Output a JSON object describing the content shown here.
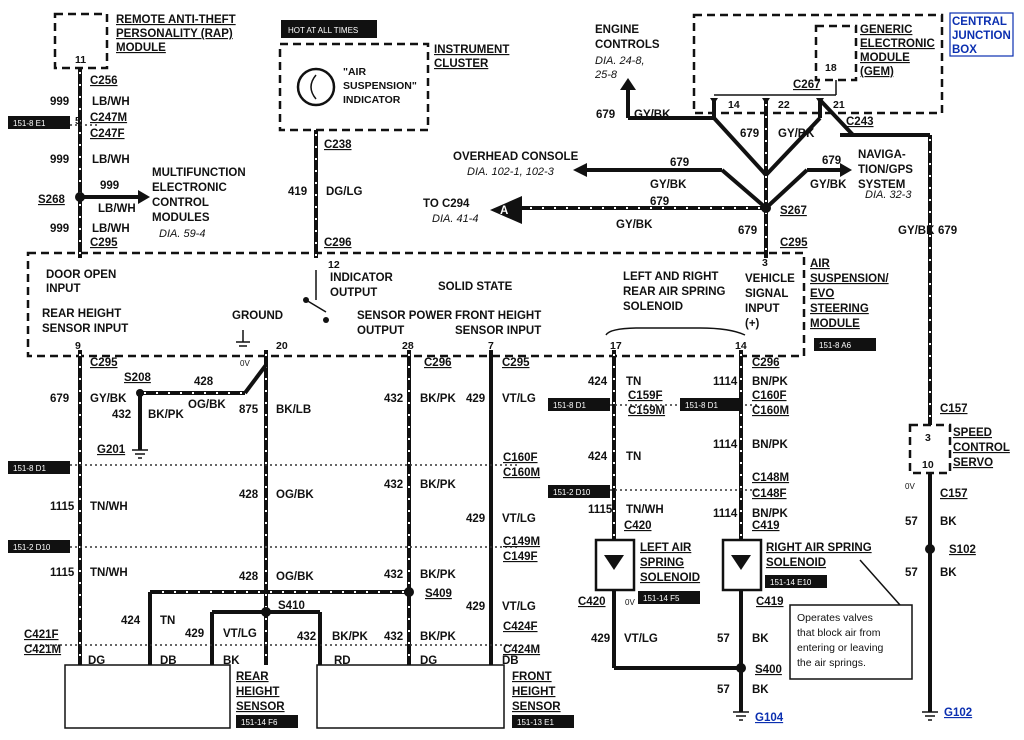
{
  "modules": {
    "rap": [
      "REMOTE ANTI-THEFT",
      "PERSONALITY (RAP)",
      "MODULE"
    ],
    "hot": "HOT AT ALL TIMES",
    "instrument_cluster": [
      "INSTRUMENT",
      "CLUSTER"
    ],
    "indicator": [
      "\"AIR",
      "SUSPENSION\"",
      "INDICATOR"
    ],
    "engine_controls": [
      "ENGINE",
      "CONTROLS"
    ],
    "engine_dia": [
      "DIA. 24-8,",
      "25-8"
    ],
    "gem": [
      "GENERIC",
      "ELECTRONIC",
      "MODULE",
      "(GEM)"
    ],
    "cjb": [
      "CENTRAL",
      "JUNCTION",
      "BOX"
    ],
    "multifunction": [
      "MULTIFUNCTION",
      "ELECTRONIC",
      "CONTROL",
      "MODULES"
    ],
    "multifunction_dia": "DIA. 59-4",
    "overhead": "OVERHEAD CONSOLE",
    "overhead_dia": "DIA. 102-1, 102-3",
    "nav": [
      "NAVIGA-",
      "TION/GPS",
      "SYSTEM"
    ],
    "nav_dia": "DIA. 32-3",
    "to_c294": "TO C294",
    "to_c294_dia": "DIA. 41-4",
    "connector_a": "A",
    "air_module": [
      "AIR",
      "SUSPENSION/",
      "EVO",
      "STEERING",
      "MODULE"
    ],
    "solid_state": "SOLID STATE",
    "door_open": [
      "DOOR OPEN",
      "INPUT"
    ],
    "indicator_output": [
      "INDICATOR",
      "OUTPUT"
    ],
    "rear_height_input": [
      "REAR HEIGHT",
      "SENSOR  INPUT"
    ],
    "ground": "GROUND",
    "sensor_power": [
      "SENSOR POWER",
      "OUTPUT"
    ],
    "front_height_input": [
      "FRONT HEIGHT",
      "SENSOR  INPUT"
    ],
    "left_right_solenoid": [
      "LEFT AND RIGHT",
      "REAR AIR SPRING",
      "SOLENOID"
    ],
    "vehicle_signal": [
      "VEHICLE",
      "SIGNAL",
      "INPUT",
      "(+)"
    ],
    "speed_servo": [
      "SPEED",
      "CONTROL",
      "SERVO"
    ],
    "left_solenoid": [
      "LEFT AIR",
      "SPRING",
      "SOLENOID"
    ],
    "right_solenoid": [
      "RIGHT AIR SPRING",
      "SOLENOID"
    ],
    "rear_sensor": [
      "REAR",
      "HEIGHT",
      "SENSOR"
    ],
    "front_sensor": [
      "FRONT",
      "HEIGHT",
      "SENSOR"
    ],
    "note": [
      "Operates valves",
      "that block air from",
      "entering or leaving",
      "the air springs."
    ]
  },
  "pins": [
    "11",
    "5",
    "12",
    "9",
    "20",
    "28",
    "7",
    "17",
    "14",
    "3",
    "18",
    "14",
    "22",
    "21",
    "3",
    "10"
  ],
  "connectors": [
    "C256",
    "C247M",
    "C247F",
    "C295",
    "S268",
    "C238",
    "C296",
    "C267",
    "C243",
    "S267",
    "C295",
    "C295",
    "C296",
    "C295",
    "C296",
    "S208",
    "G201",
    "C159F",
    "C159M",
    "C160F",
    "C160M",
    "C160F",
    "C160M",
    "C148M",
    "C148F",
    "C420",
    "C419",
    "C149M",
    "C149F",
    "S410",
    "S409",
    "C424F",
    "C424M",
    "C421F",
    "C421M",
    "C420",
    "C419",
    "S400",
    "G104",
    "C157",
    "C157",
    "S102",
    "G102"
  ],
  "wires": [
    "999",
    "LB/WH",
    "999",
    "LB/WH",
    "999",
    "LB/WH",
    "999",
    "LB/WH",
    "419",
    "DG/LG",
    "679",
    "GY/BK",
    "679",
    "GY/BK",
    "679",
    "GY/BK",
    "679",
    "GY/BK",
    "679",
    "GY/BK",
    "679",
    "GY/BK",
    "679",
    "679",
    "GY/BK",
    "428",
    "OG/BK",
    "432",
    "BK/PK",
    "875",
    "BK/LB",
    "432",
    "BK/PK",
    "429",
    "VT/LG",
    "424",
    "TN",
    "1114",
    "BN/PK",
    "1115",
    "TN/WH",
    "428",
    "OG/BK",
    "432",
    "BK/PK",
    "429",
    "VT/LG",
    "424",
    "TN",
    "1114",
    "BN/PK",
    "1115",
    "TN/WH",
    "1114",
    "BN/PK",
    "1115",
    "TN/WH",
    "428",
    "OG/BK",
    "432",
    "BK/PK",
    "429",
    "VT/LG",
    "424",
    "TN",
    "429",
    "VT/LG",
    "432",
    "BK/PK",
    "432",
    "BK/PK",
    "429",
    "VT/LG",
    "57",
    "BK",
    "57",
    "BK",
    "57",
    "BK",
    "57",
    "BK",
    "57",
    "BK"
  ],
  "sensor_pin_colors": [
    "DG",
    "DB",
    "BK",
    "RD",
    "DG",
    "DB"
  ],
  "voltages": [
    "0V",
    "0V",
    "0V",
    "0V",
    "0V",
    "0V"
  ],
  "refs": [
    "151-8 E1",
    "151-8 A6",
    "151-8 D1",
    "151-8 D1",
    "151-8 D1",
    "151-2 D10",
    "151-2 D10",
    "151-14 F5",
    "151-14 E10",
    "151-14 F6",
    "151-13 E1"
  ]
}
